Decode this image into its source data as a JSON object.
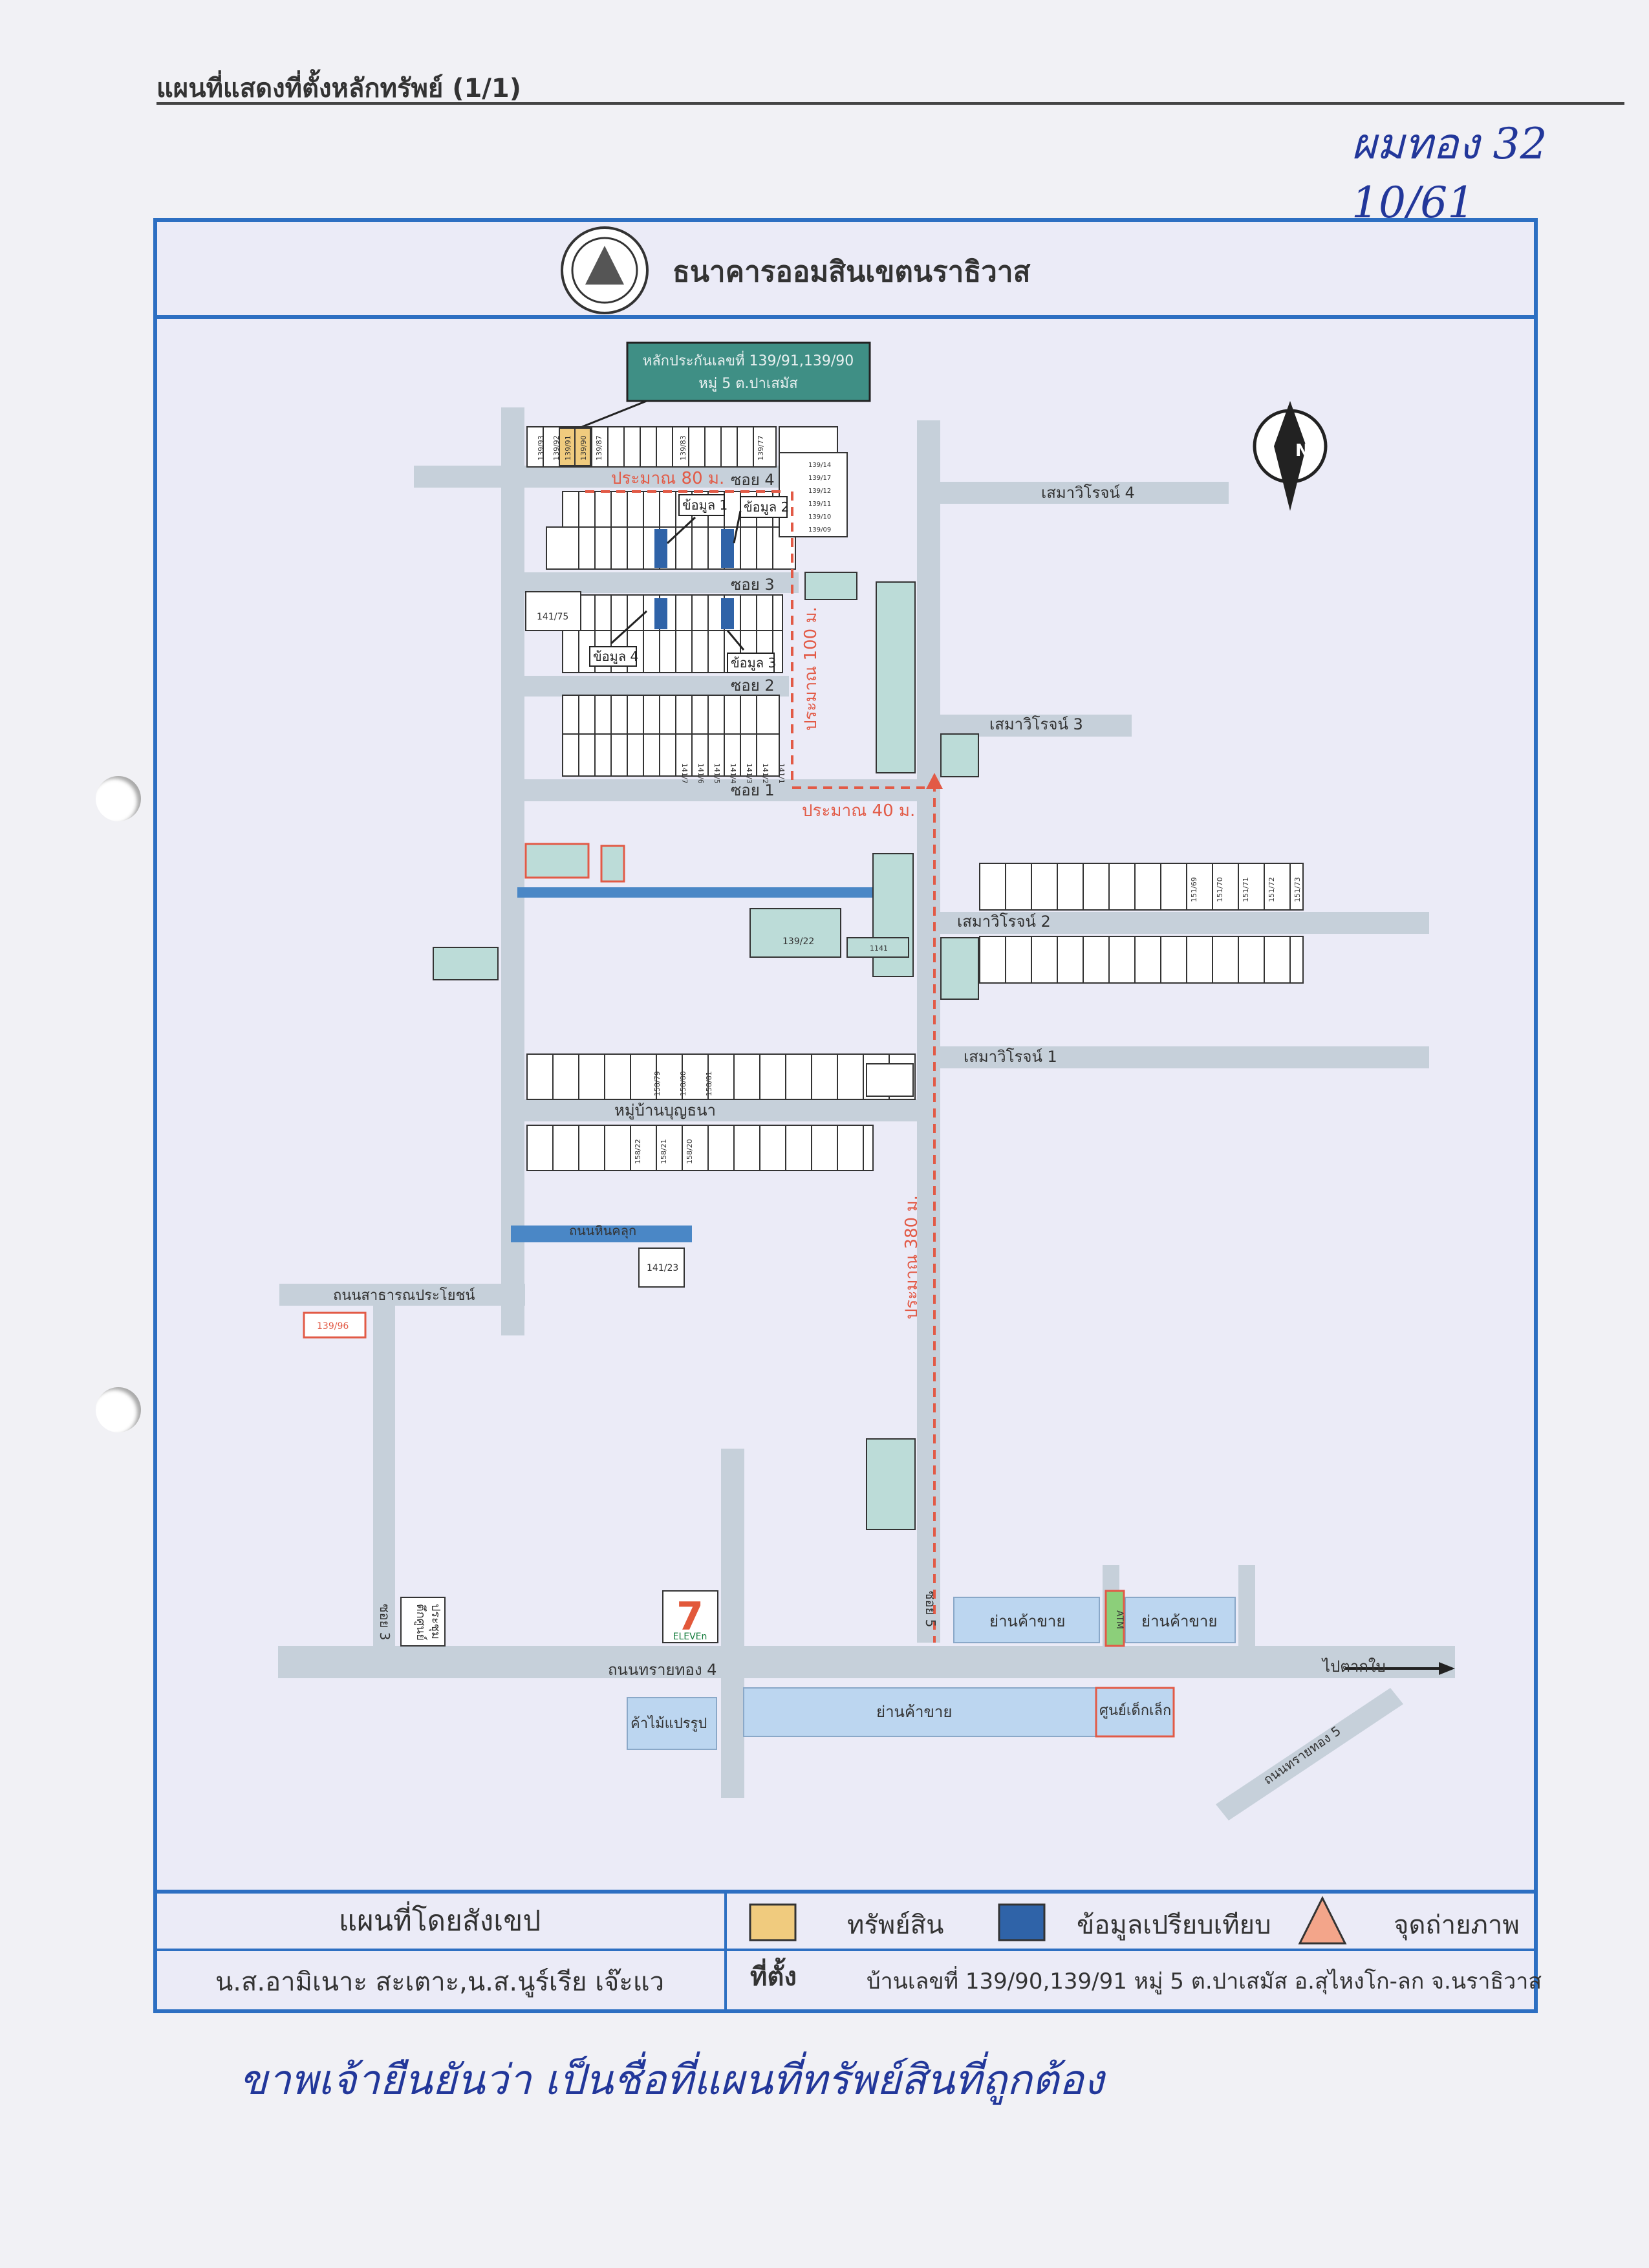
{
  "page": {
    "title": "แผนที่แสดงที่ตั้งหลักทรัพย์ (1/1)",
    "handwritten_note_top": "ผมทอง 32 10/61",
    "handwritten_note_bottom": "ขาพเจ้ายืนยันว่า เป็นชื่อที่แผนที่ทรัพย์สินที่ถูกต้อง"
  },
  "map": {
    "header": "ธนาคารออมสินเขตนราธิวาส",
    "callout": {
      "line1": "หลักประกันเลขที่ 139/91,139/90",
      "line2": "หมู่ 5 ต.ปาเสมัส"
    },
    "colors": {
      "road": "#c6d0da",
      "asset": "#f0cb7e",
      "compare": "#2f63a8",
      "border": "#2d6fc2",
      "building": "#bcdcd8",
      "shop": "#bcd6f0"
    },
    "roads": {
      "soi4": "ซอย 4",
      "soi3": "ซอย 3",
      "soi2": "ซอย 2",
      "soi1": "ซอย 1",
      "semawiroj4": "เสมาวิโรจน์ 4",
      "semawiroj3": "เสมาวิโรจน์ 3",
      "semawiroj2": "เสมาวิโรจน์  2",
      "semawiroj1": "เสมาวิโรจน์  1",
      "village": "หมู่บ้านบุญธนา",
      "laterite": "ถนนหินคลุก",
      "public": "ถนนสาธารณประโยชน์",
      "main": "ถนนทรายทอง 4",
      "main5": "ถนนทรายทอง 5",
      "soi3_low": "ซอย 3",
      "soi5": "ซอย 5",
      "to_takbai": "ไปตากใบ"
    },
    "distances": {
      "d80": "ประมาณ 80 ม.",
      "d100": "ประมาณ 100 ม.",
      "d40": "ประมาณ 40 ม.",
      "d380": "ประมาณ 380 ม."
    },
    "data_labels": {
      "c1": "ข้อมูล 1",
      "c2": "ข้อมูล 2",
      "c3": "ข้อมูล 3",
      "c4": "ข้อมูล 4"
    },
    "plots": {
      "p141_75": "141/75",
      "p139_22": "139/22",
      "p141_23": "141/23",
      "p139_96": "139/96",
      "p139_93": "139/93",
      "p139_92": "139/92",
      "p139_91": "139/91",
      "p139_90": "139/90",
      "p139_87": "139/87",
      "p139_83": "139/83",
      "p139_77": "139/77",
      "p139_14": "139/14",
      "p139_17": "139/17",
      "p139_12": "139/12",
      "p139_11": "139/11",
      "p139_10": "139/10",
      "p139_09": "139/09",
      "p141_7": "141/7",
      "p141_6": "141/6",
      "p141_5": "141/5",
      "p141_4": "141/4",
      "p141_3": "141/3",
      "p141_2": "141/2",
      "p141_1": "141/1",
      "p158_79": "158/79",
      "p158_80": "158/80",
      "p158_81": "158/81",
      "p158_22": "158/22",
      "p158_21": "158/21",
      "p158_20": "158/20",
      "p151_69": "151/69",
      "p151_70": "151/70",
      "p151_71": "151/71",
      "p151_72": "151/72",
      "p151_73": "151/73",
      "p1141": "1141"
    },
    "places": {
      "shop1": "ย่านค้าขาย",
      "shop2": "ย่านค้าขาย",
      "shop3": "ย่านค้าขาย",
      "wood": "ค้าไม้แปรรูป",
      "childcare": "ศูนย์เด็กเล็ก",
      "atm": "ATM",
      "temple_line1": "ตึกศูนย์",
      "temple_line2": "ประชุม",
      "seven": "7",
      "seven_sub": "ELEVEn",
      "compass": "N"
    }
  },
  "footer": {
    "map_title": "แผนที่โดยสังเขป",
    "owner": "น.ส.อามิเนาะ สะเตาะ,น.ส.นูร์เรีย เจ๊ะแว",
    "location_label": "ที่ตั้ง",
    "address": "บ้านเลขที่ 139/90,139/91 หมู่ 5 ต.ปาเสมัส อ.สุไหงโก-ลก จ.นราธิวาส",
    "legend": {
      "asset": "ทรัพย์สิน",
      "compare": "ข้อมูลเปรียบเทียบ",
      "photo": "จุดถ่ายภาพ"
    }
  }
}
